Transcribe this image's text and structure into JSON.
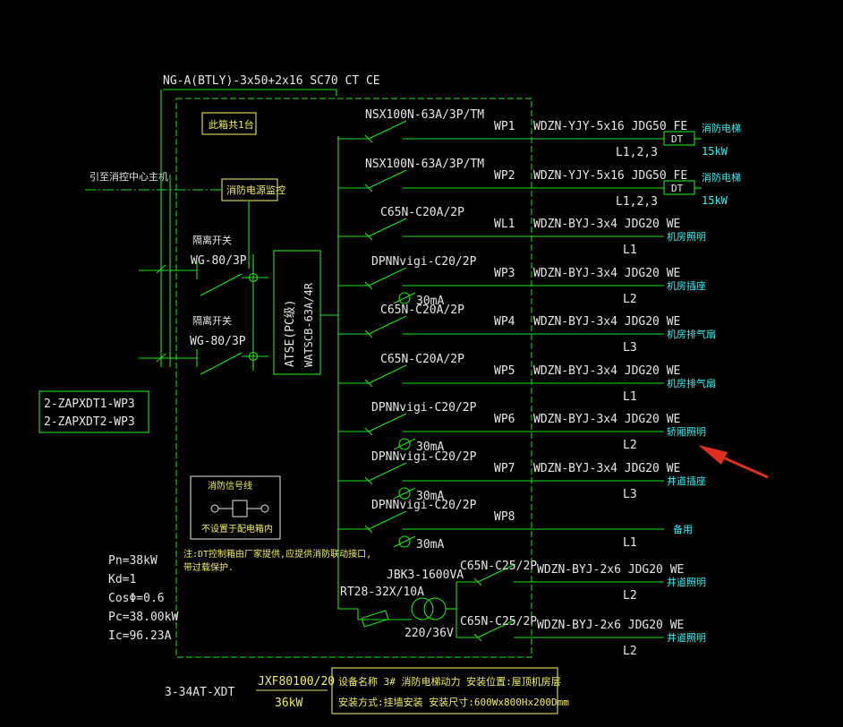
{
  "incoming": {
    "cable": "NG-A(BTLY)-3x50+2x16   SC70  CT CE",
    "box_note": "此箱共1台",
    "fire_monitor_line": "引至消控中心主机",
    "fire_power_monitor": "消防电源监控"
  },
  "isolators": [
    {
      "title": "隔离开关",
      "model": "WG-80/3P"
    },
    {
      "title": "隔离开关",
      "model": "WG-80/3P"
    }
  ],
  "ats": {
    "line1": "ATSE(PC级)",
    "line2": "WATSCB-63A/4R"
  },
  "source_box": {
    "line1": "2-ZAPXDT1-WP3",
    "line2": "2-ZAPXDT2-WP3"
  },
  "fire_signal": {
    "title": "消防信号线",
    "note": "不设置于配电箱内"
  },
  "dt_note": {
    "line1": "注:DT控制箱由厂家提供,应提供消防联动接口,",
    "line2": "带过载保护."
  },
  "params": [
    "Pn=38kW",
    "Kd=1",
    "CosΦ=0.6",
    "Pc=38.00kW",
    "Ic=96.23A"
  ],
  "circuits": [
    {
      "breaker": "NSX100N-63A/3P/TM",
      "rcd": "",
      "id": "WP1",
      "cable": "WDZN-YJY-5x16  JDG50  FE",
      "phase": "L1,2,3",
      "load": "消防电梯",
      "power": "15kW",
      "dt": "DT"
    },
    {
      "breaker": "NSX100N-63A/3P/TM",
      "rcd": "",
      "id": "WP2",
      "cable": "WDZN-YJY-5x16  JDG50  FE",
      "phase": "L1,2,3",
      "load": "消防电梯",
      "power": "15kW",
      "dt": "DT"
    },
    {
      "breaker": "C65N-C20A/2P",
      "rcd": "",
      "id": "WL1",
      "cable": "WDZN-BYJ-3x4  JDG20  WE",
      "phase": "L1",
      "load": "机房照明",
      "power": "",
      "dt": ""
    },
    {
      "breaker": "DPNNvigi-C20/2P",
      "rcd": "30mA",
      "id": "WP3",
      "cable": "WDZN-BYJ-3x4  JDG20  WE",
      "phase": "L2",
      "load": "机房插座",
      "power": "",
      "dt": ""
    },
    {
      "breaker": "C65N-C20A/2P",
      "rcd": "",
      "id": "WP4",
      "cable": "WDZN-BYJ-3x4  JDG20  WE",
      "phase": "L3",
      "load": "机房排气扇",
      "power": "",
      "dt": ""
    },
    {
      "breaker": "C65N-C20A/2P",
      "rcd": "",
      "id": "WP5",
      "cable": "WDZN-BYJ-3x4  JDG20  WE",
      "phase": "L1",
      "load": "机房排气扇",
      "power": "",
      "dt": ""
    },
    {
      "breaker": "DPNNvigi-C20/2P",
      "rcd": "30mA",
      "id": "WP6",
      "cable": "WDZN-BYJ-3x4  JDG20  WE",
      "phase": "L2",
      "load": "轿厢照明",
      "power": "",
      "dt": ""
    },
    {
      "breaker": "DPNNvigi-C20/2P",
      "rcd": "30mA",
      "id": "WP7",
      "cable": "WDZN-BYJ-3x4  JDG20  WE",
      "phase": "L3",
      "load": "井道插座",
      "power": "",
      "dt": ""
    },
    {
      "breaker": "DPNNvigi-C20/2P",
      "rcd": "30mA",
      "id": "WP8",
      "cable": "",
      "phase": "L1",
      "load": "备用",
      "power": "",
      "dt": ""
    }
  ],
  "transformer": {
    "model": "JBK3-1600VA",
    "fuse": "RT28-32X/10A",
    "voltage": "220/36V"
  },
  "trans_circuits": [
    {
      "breaker": "C65N-C25/2P",
      "cable": "WDZN-BYJ-2x6  JDG20  WE",
      "phase": "L2",
      "load": "井道照明"
    },
    {
      "breaker": "C65N-C25/2P",
      "cable": "WDZN-BYJ-2x6  JDG20  WE",
      "phase": "L2",
      "load": "井道照明"
    }
  ],
  "footer": {
    "box_id": "3-34AT-XDT",
    "dims_top": "JXF80100/20",
    "dims_bottom": "36kW",
    "info_line1": "设备名称 3#  消防电梯动力  安装位置:屋顶机房层",
    "info_line2": "安装方式:挂墙安装  安装尺寸:600Wx800Hx200Dmm"
  },
  "colors": {
    "line": "#19e619",
    "text": "#33f0f0",
    "label": "#e8e8e8",
    "annotation": "#e03020"
  }
}
